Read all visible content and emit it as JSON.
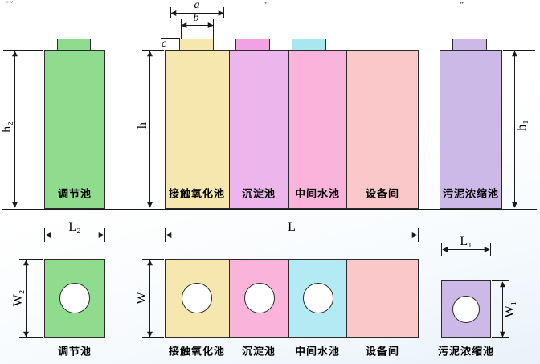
{
  "dims": {
    "a": "a",
    "b": "b",
    "c": "c",
    "h": "h",
    "h1": "h₁",
    "h2": "h₂",
    "L": "L",
    "L1": "L₁",
    "L2": "L₂",
    "W": "W",
    "W1": "W₁",
    "W2": "W₂"
  },
  "units": {
    "regulation": {
      "label": "调节池",
      "color": "#8fdc8f"
    },
    "contact": {
      "label": "接触氧化池",
      "color": "#f5e7ae"
    },
    "sedimentation": {
      "label": "沉淀池",
      "elev_color": "#ecb6ec",
      "cap_color": "#f2a2e2",
      "plan_color": "#fab4dc"
    },
    "intermediate": {
      "label": "中间水池",
      "elev_color": "#fab4dc",
      "cap_color": "#aae6f0",
      "plan_color": "#b4eaf4"
    },
    "equipment": {
      "label": "设备间",
      "color": "#fac8c8"
    },
    "sludge": {
      "label": "污泥浓缩池",
      "color": "#ccb9e7"
    }
  },
  "artifacts": {
    "m1": "ˇˇ",
    "m2": "”",
    "m3": "”"
  },
  "line_color": "#1a1a1a"
}
